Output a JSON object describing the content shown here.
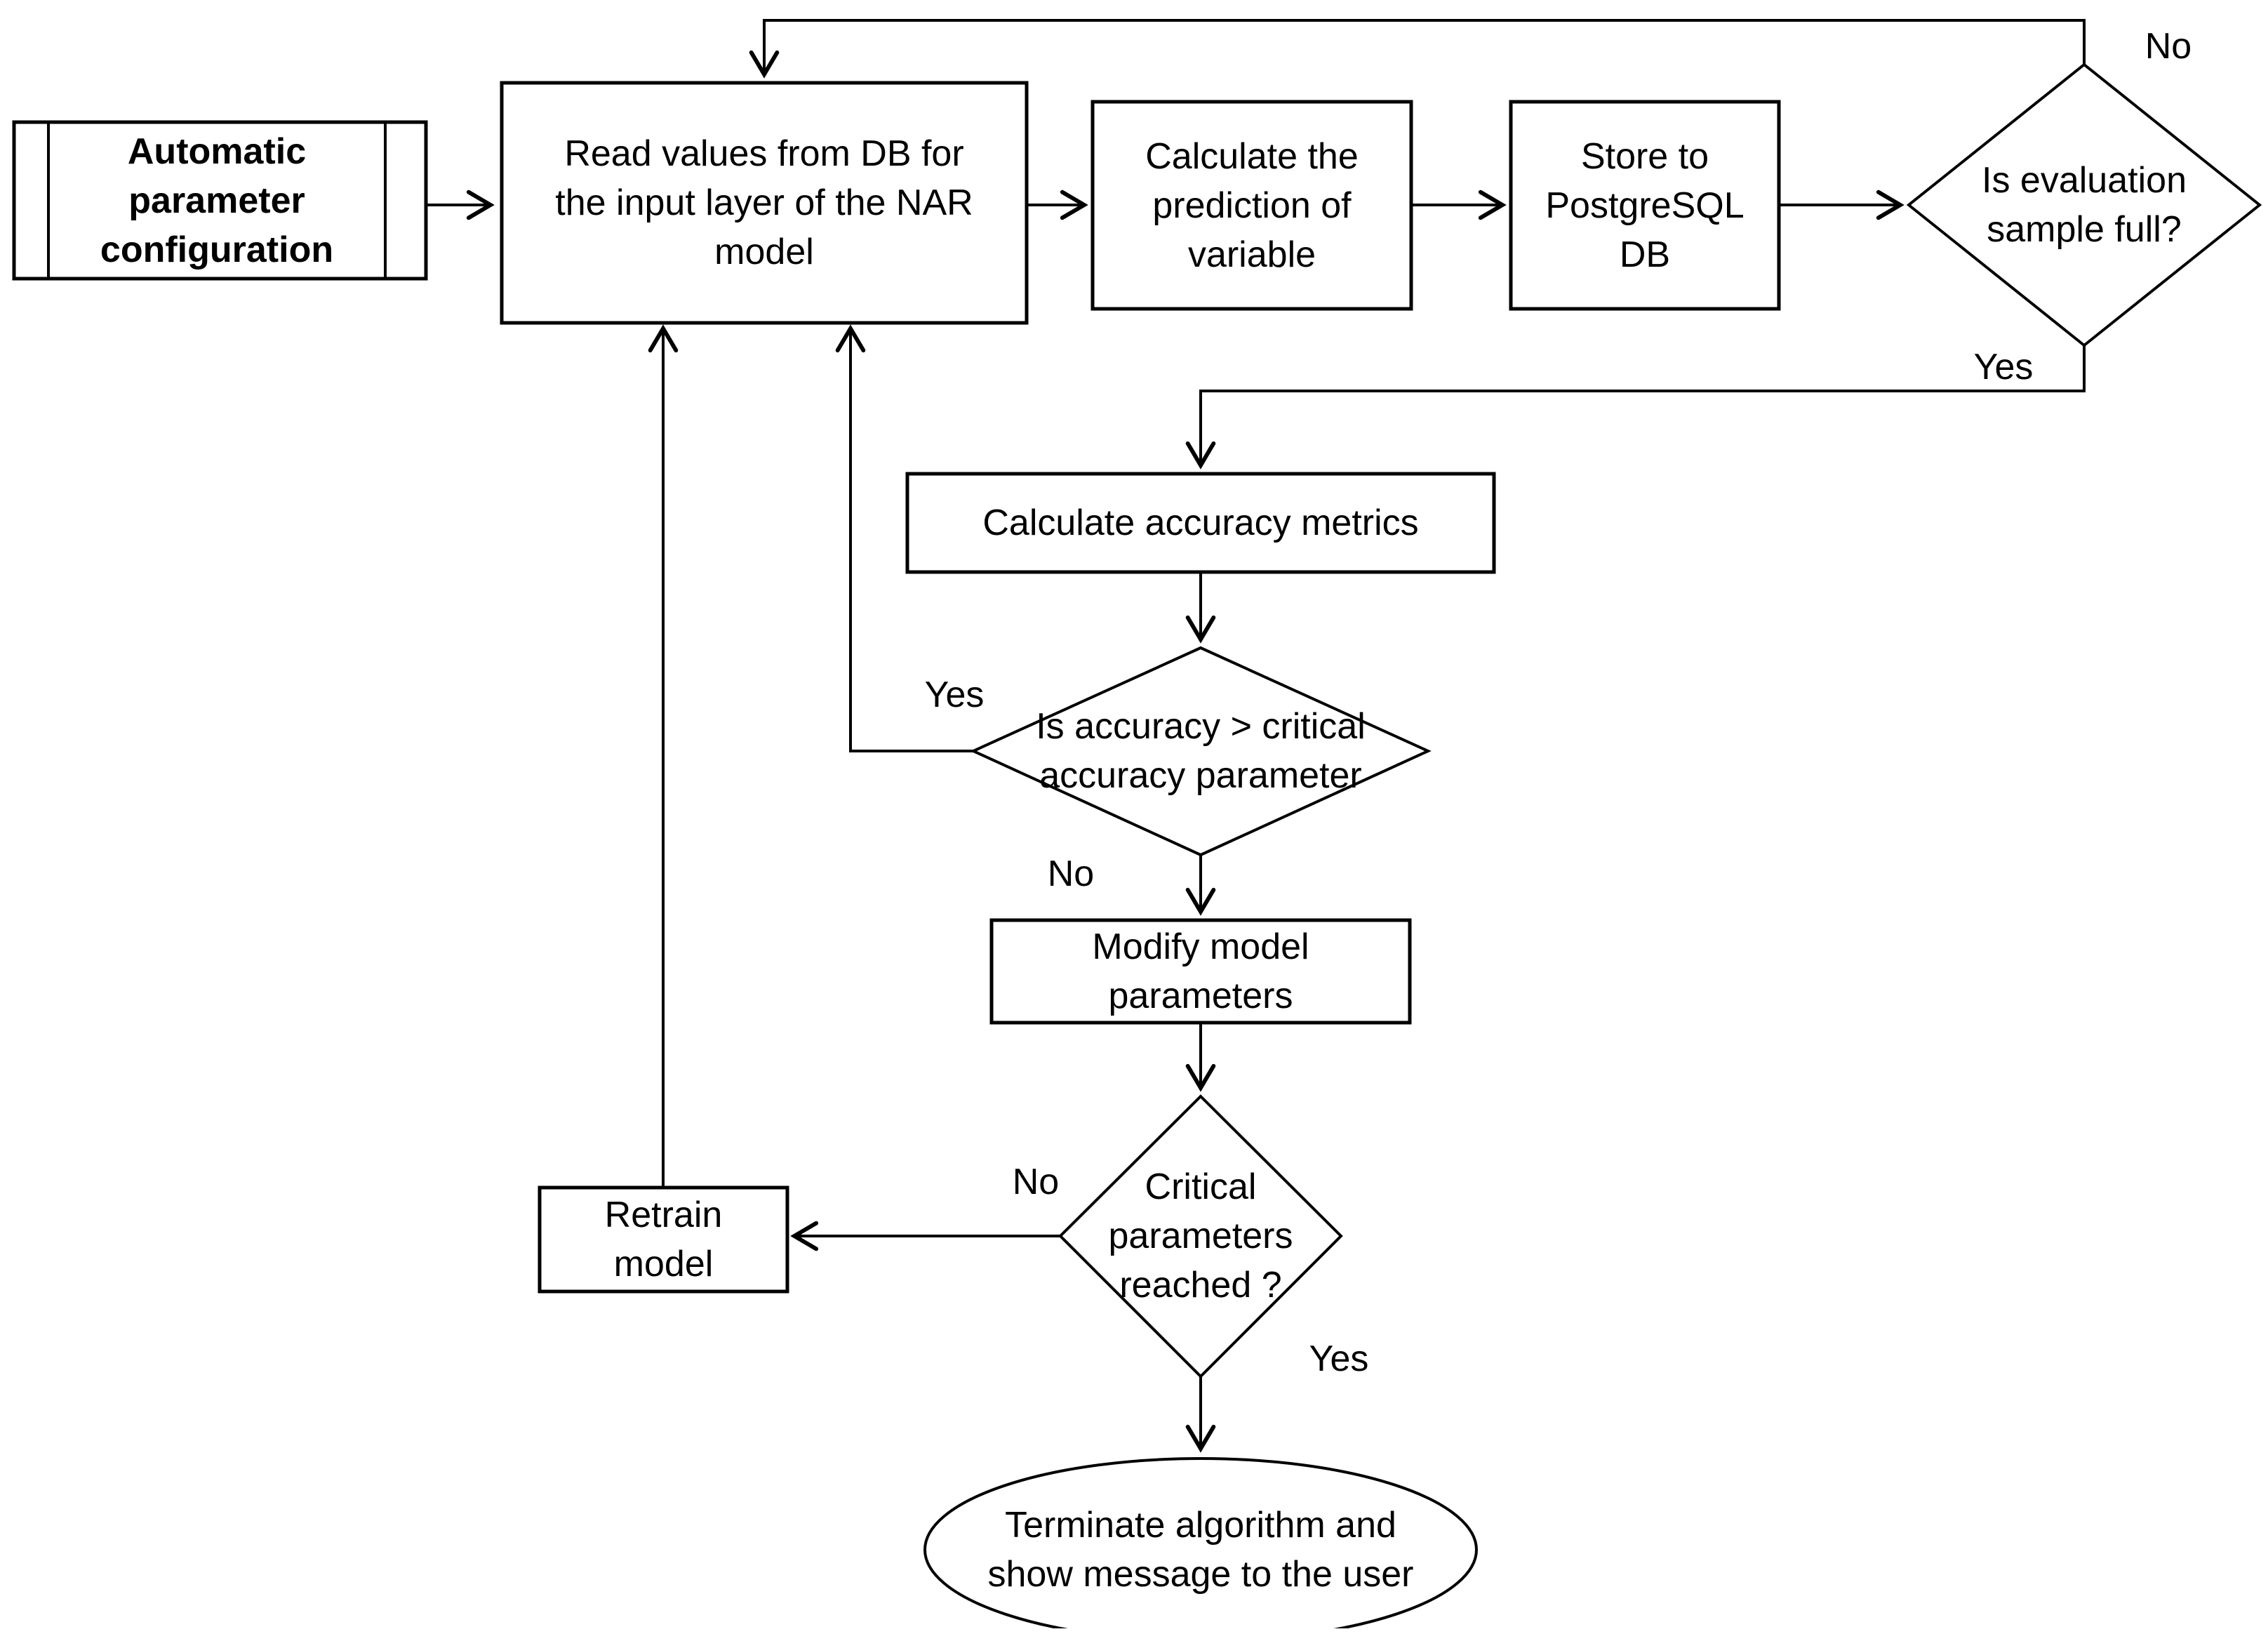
{
  "page": {
    "background_color": "#ffffff",
    "line_color": "#000000",
    "text_color": "#000000"
  },
  "diagram": {
    "type": "flowchart",
    "nodes": {
      "auto_config": {
        "shape": "predefined-process",
        "label": "Automatic\nparameter\nconfiguration"
      },
      "read_values": {
        "shape": "process",
        "label": "Read values from DB for\nthe input layer of the NAR\nmodel"
      },
      "calc_prediction": {
        "shape": "process",
        "label": "Calculate the\nprediction of\nvariable"
      },
      "store_db": {
        "shape": "process",
        "label": "Store to\nPostgreSQL\nDB"
      },
      "eval_sample_full": {
        "shape": "decision",
        "label": "Is evaluation\nsample full?"
      },
      "calc_accuracy": {
        "shape": "process",
        "label": "Calculate accuracy metrics"
      },
      "accuracy_check": {
        "shape": "decision",
        "label": "Is accuracy > critical\naccuracy parameter"
      },
      "modify_params": {
        "shape": "process",
        "label": "Modify model\nparameters"
      },
      "critical_check": {
        "shape": "decision",
        "label": "Critical\nparameters\nreached ?"
      },
      "retrain_model": {
        "shape": "process",
        "label": "Retrain\nmodel"
      },
      "terminate": {
        "shape": "terminator",
        "label": "Terminate algorithm and\nshow message to the user"
      }
    },
    "edge_labels": {
      "eval_no": "No",
      "eval_yes": "Yes",
      "accuracy_yes": "Yes",
      "accuracy_no": "No",
      "critical_no": "No",
      "critical_yes": "Yes"
    },
    "edges": [
      "auto_config -> read_values",
      "read_values -> calc_prediction",
      "calc_prediction -> store_db",
      "store_db -> eval_sample_full",
      "eval_sample_full -No-> read_values (top loop)",
      "eval_sample_full -Yes-> calc_accuracy",
      "calc_accuracy -> accuracy_check",
      "accuracy_check -Yes-> read_values (return line)",
      "accuracy_check -No-> modify_params",
      "modify_params -> critical_check",
      "critical_check -No-> retrain_model",
      "critical_check -Yes-> terminate",
      "retrain_model -> read_values"
    ]
  }
}
